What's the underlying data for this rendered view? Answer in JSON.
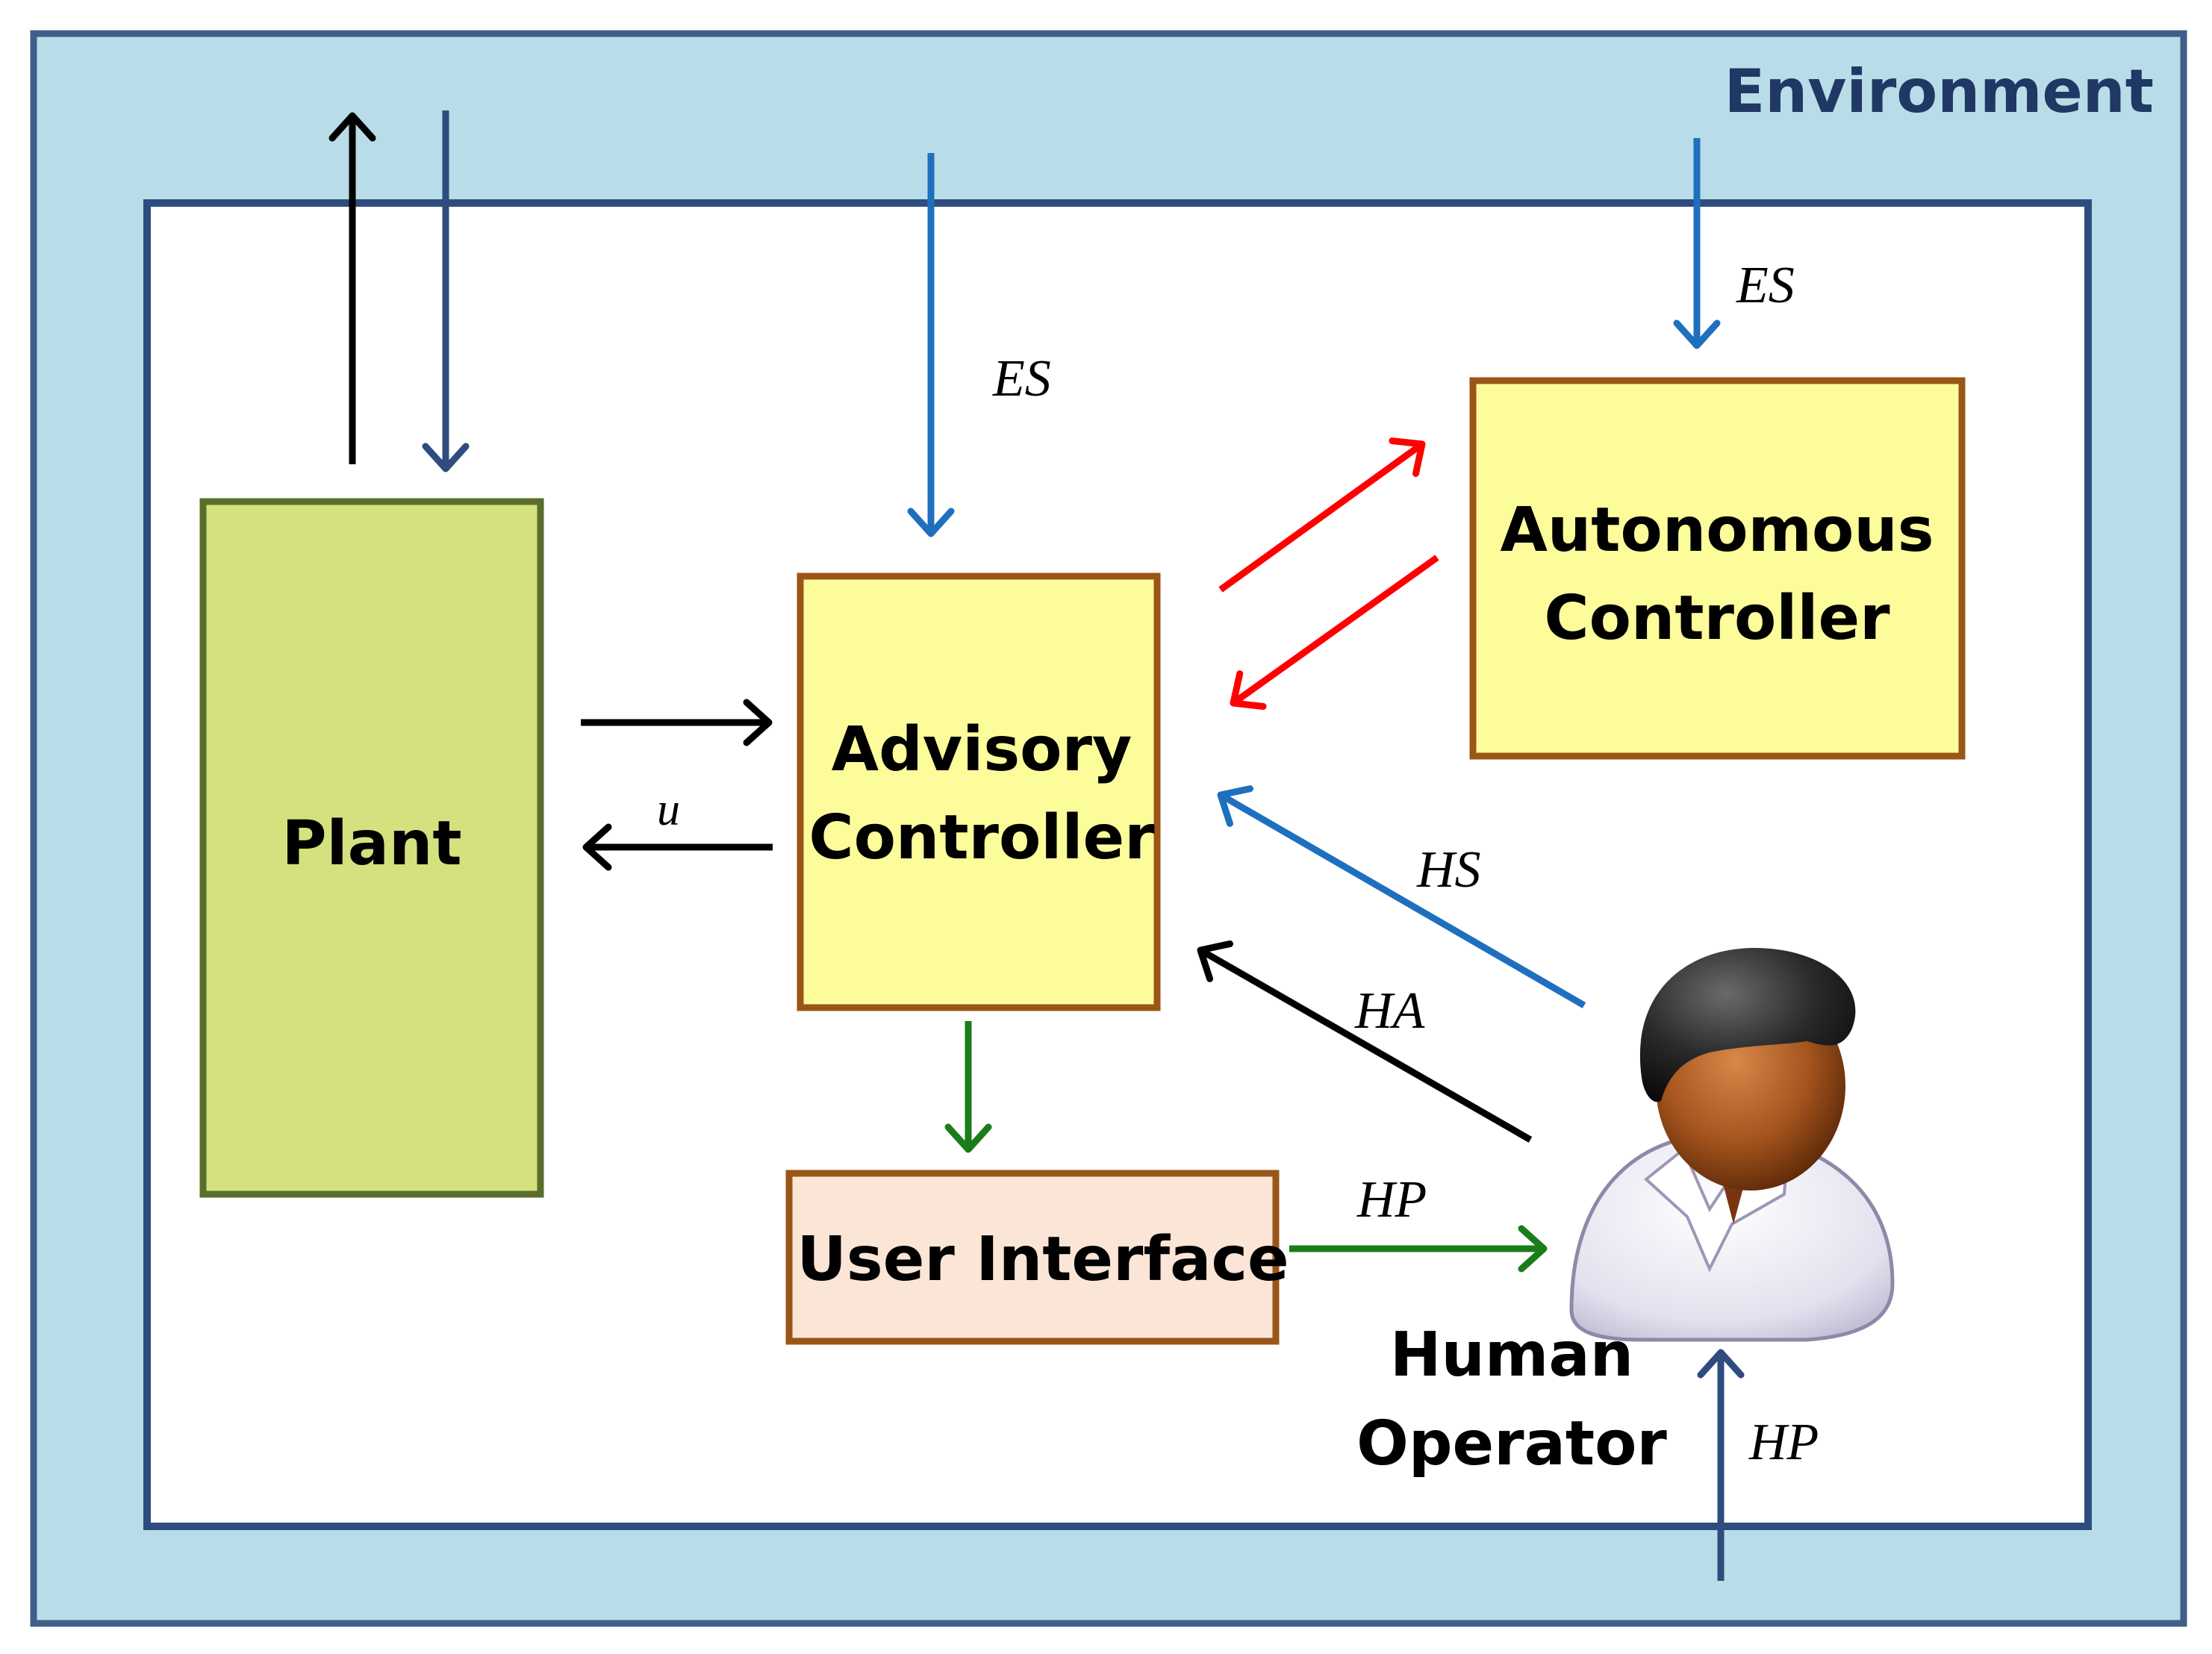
{
  "environment": {
    "label": "Environment"
  },
  "blocks": {
    "plant": "Plant",
    "advisory_line1": "Advisory",
    "advisory_line2": "Controller",
    "autonomous_line1": "Autonomous",
    "autonomous_line2": "Controller",
    "user_interface": "User Interface",
    "human_line1": "Human",
    "human_line2": "Operator"
  },
  "signals": {
    "es_advisory": "ES",
    "es_autonomous": "ES",
    "u": "u",
    "hs": "HS",
    "ha": "HA",
    "hp_ui": "HP",
    "hp_env": "HP"
  },
  "colors": {
    "environment_fill": "#b8dde8",
    "environment_border": "#3e5f8a",
    "inner_border": "#2e4d7e",
    "plant_fill": "#d4e17e",
    "plant_border": "#5a6e2c",
    "controller_fill": "#fdfc9b",
    "controller_border": "#9a5617",
    "ui_fill": "#fbe5d6",
    "ui_border": "#9a5617",
    "arrow_black": "#000000",
    "arrow_blue": "#1f6fbf",
    "arrow_navy": "#2e4d7e",
    "arrow_red": "#ff0000",
    "arrow_green": "#1a7d1a"
  },
  "icons": {
    "operator": "person-icon"
  }
}
